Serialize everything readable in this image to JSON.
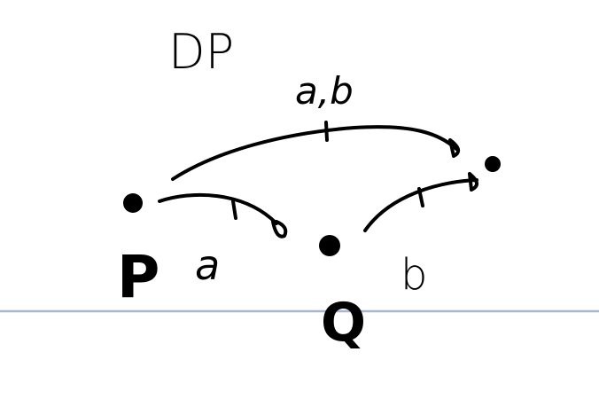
{
  "title": "DP",
  "nodes": {
    "p": {
      "label": "P"
    },
    "q": {
      "label": "Q"
    }
  },
  "edges": {
    "a": {
      "label": "a"
    },
    "b": {
      "label": "b"
    },
    "ab": {
      "label": "a,b"
    }
  },
  "colors": {
    "ink": "#000000",
    "rule_line": "#a9b6cf",
    "background": "#ffffff"
  }
}
